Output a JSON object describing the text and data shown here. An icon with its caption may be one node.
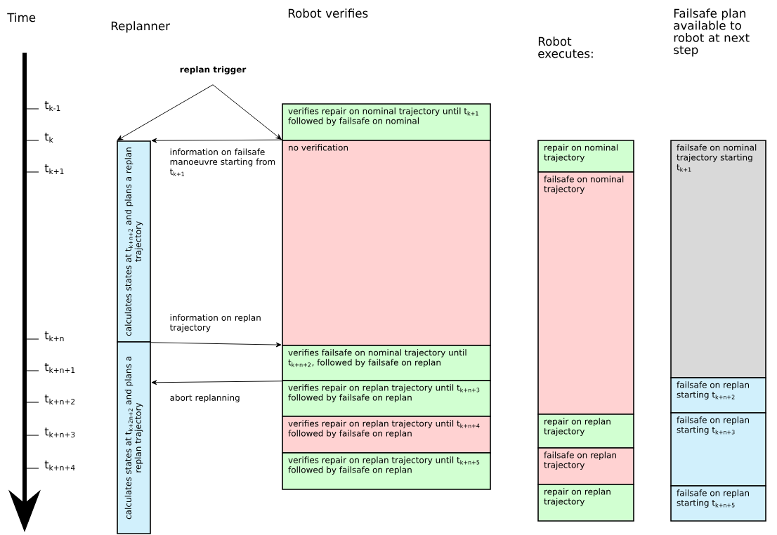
{
  "diagram": {
    "nodes": [
      {
        "text": [
          "replan trigger"
        ]
      },
      {
        "text": [
          "calculates states at t$_{k+n+2}$ and plans a replan trajectory"
        ]
      },
      {
        "text": [
          "calculates states at t$_{k+2n+2}$ and plans a replan trajectory"
        ]
      },
      {
        "text": [
          "verifies repair on nominal trajectory until t$_{k+1}$ followed by failsafe on nominal"
        ]
      },
      {
        "text": [
          "no verification"
        ]
      },
      {
        "text": [
          "verifies failsafe on nominal trajectory until t$_{k+n+2}$, followed by failsafe on replan"
        ]
      },
      {
        "text": [
          "verifies repair on replan trajectory until t$_{k+n+3}$ followed by failsafe on replan"
        ]
      },
      {
        "text": [
          "verifies repair on replan trajectory until t$_{k+n+4}$ followed by failsafe on replan"
        ]
      },
      {
        "text": [
          "verifies repair on replan trajectory until t$_{k+n+5}$ followed by failsafe on replan"
        ]
      },
      {
        "text": [
          "repair on nominal trajectory"
        ]
      },
      {
        "text": [
          "failsafe on nominal trajectory"
        ]
      },
      {
        "text": [
          "repair on replan trajectory"
        ]
      },
      {
        "text": [
          "failsafe on replan trajectory"
        ]
      },
      {
        "text": [
          "repair on replan trajectory"
        ]
      },
      {
        "text": [
          "failsafe on nominal trajectory starting t$_{k+1}$"
        ]
      },
      {
        "text": [
          "failsafe on replan starting t$_{k+n+2}$"
        ]
      },
      {
        "text": [
          "failsafe on replan starting t$_{k+n+3}$"
        ]
      },
      {
        "text": [
          "failsafe on replan starting t$_{k+n+5}$"
        ]
      }
    ],
    "edges": [
      {
        "from": 0,
        "to": 1,
        "arrow": "to"
      },
      {
        "from": 0,
        "to": 4,
        "arrow": "to"
      },
      {
        "from": 4,
        "to": 1,
        "arrow": "to",
        "label": "information on failsafe manoeuvre starting from t$_{k+1}$"
      },
      {
        "from": 1,
        "to": 5,
        "arrow": "to",
        "label": "information on replan trajectory"
      },
      {
        "from": 5,
        "to": 2,
        "arrow": "to",
        "label": "abort replanning"
      }
    ],
    "labels": [
      "Time",
      "Replanner",
      "Robot verifies",
      "Robot executes:",
      "Failsafe plan available to robot at next step",
      "t$_{k-1}$",
      "t$_{k}$",
      "t$_{k+1}$",
      "t$_{k+n}$",
      "t$_{k+n+1}$",
      "t$_{k+n+2}$",
      "t$_{k+n+3}$",
      "t$_{k+n+4}$"
    ]
  }
}
